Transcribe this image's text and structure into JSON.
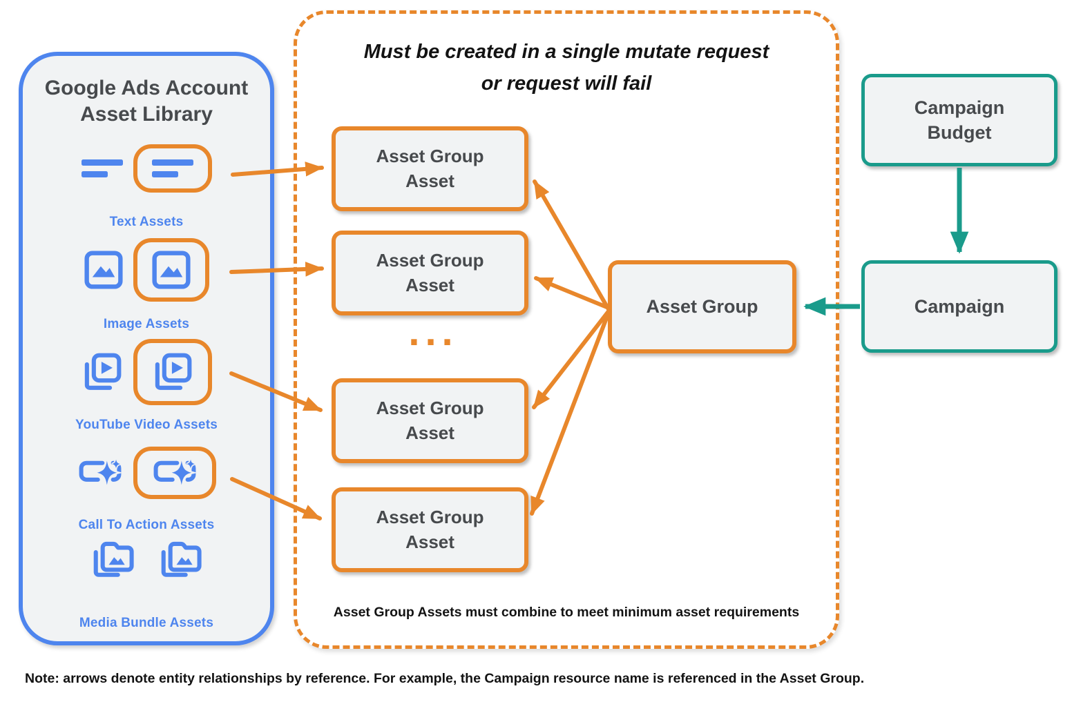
{
  "colors": {
    "orange": "#E8872B",
    "blue": "#4E85EE",
    "teal": "#1A9B8B",
    "dark_gray_text": "#474A4D",
    "node_fill": "#F1F3F4",
    "black_text": "#131313"
  },
  "library": {
    "title": "Google Ads Account Asset Library",
    "assets": [
      {
        "label": "Text Assets",
        "icon": "text-asset-icon"
      },
      {
        "label": "Image Assets",
        "icon": "image-asset-icon"
      },
      {
        "label": "YouTube Video  Assets",
        "icon": "youtube-video-asset-icon"
      },
      {
        "label": "Call To Action Assets",
        "icon": "call-to-action-asset-icon"
      },
      {
        "label": "Media Bundle  Assets",
        "icon": "media-bundle-asset-icon"
      }
    ]
  },
  "mutate_group": {
    "title_line1": "Must be created in a single mutate request",
    "title_line2": "or request will fail",
    "boxes": [
      "Asset Group Asset",
      "Asset Group Asset",
      "Asset Group Asset",
      "Asset Group Asset"
    ],
    "ellipsis": "...",
    "footnote": "Asset Group Assets must combine to meet minimum asset requirements"
  },
  "nodes": {
    "asset_group": "Asset Group",
    "campaign_budget": "Campaign Budget",
    "campaign": "Campaign"
  },
  "note": "Note: arrows denote entity relationships by reference. For example, the Campaign resource name is referenced in the Asset Group."
}
